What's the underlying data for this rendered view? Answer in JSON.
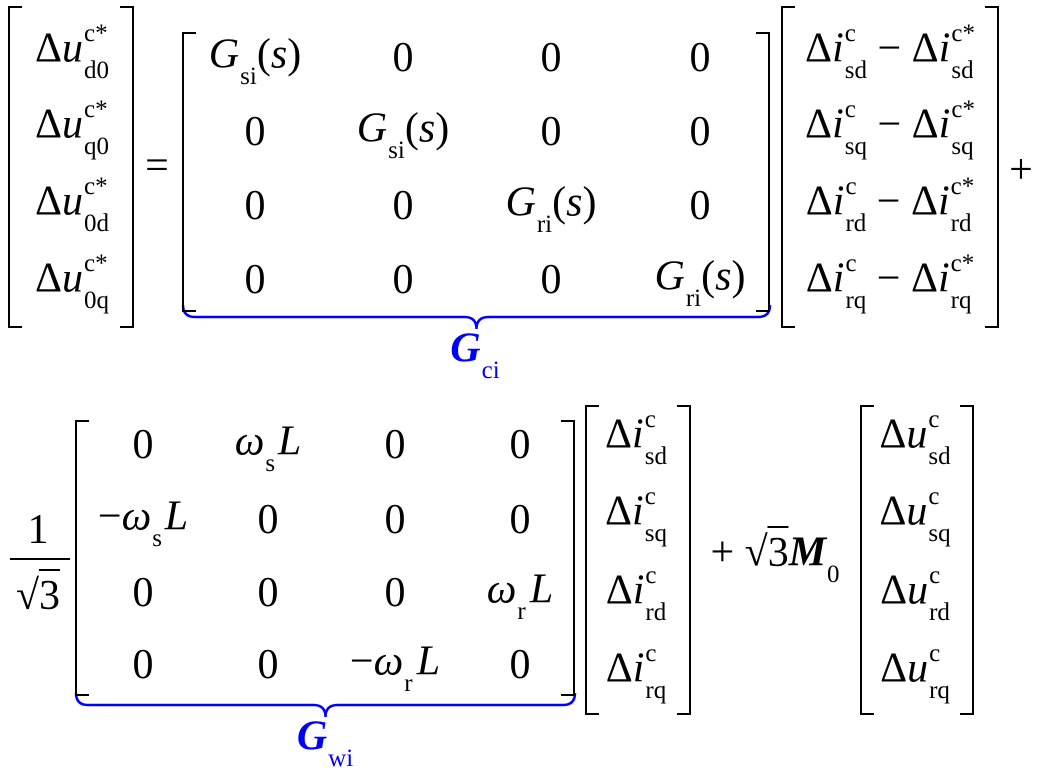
{
  "brace_color": "#0000FF",
  "top": {
    "lhs": [
      [
        {
          "t": "Δ"
        },
        {
          "t": "u",
          "it": 1
        },
        {
          "sup": "c*",
          "sub": "d0"
        }
      ],
      [
        {
          "t": "Δ"
        },
        {
          "t": "u",
          "it": 1
        },
        {
          "sup": "c*",
          "sub": "q0"
        }
      ],
      [
        {
          "t": "Δ"
        },
        {
          "t": "u",
          "it": 1
        },
        {
          "sup": "c*",
          "sub": "0d"
        }
      ],
      [
        {
          "t": "Δ"
        },
        {
          "t": "u",
          "it": 1
        },
        {
          "sup": "c*",
          "sub": "0q"
        }
      ]
    ],
    "equals": [
      {
        "t": "="
      }
    ],
    "matrix": [
      [
        [
          {
            "t": "G",
            "it": 1
          },
          {
            "sub": "si"
          },
          {
            "t": "("
          },
          {
            "t": "s",
            "it": 1
          },
          {
            "t": ")"
          }
        ],
        [
          {
            "t": "0"
          }
        ],
        [
          {
            "t": "0"
          }
        ],
        [
          {
            "t": "0"
          }
        ]
      ],
      [
        [
          {
            "t": "0"
          }
        ],
        [
          {
            "t": "G",
            "it": 1
          },
          {
            "sub": "si"
          },
          {
            "t": "("
          },
          {
            "t": "s",
            "it": 1
          },
          {
            "t": ")"
          }
        ],
        [
          {
            "t": "0"
          }
        ],
        [
          {
            "t": "0"
          }
        ]
      ],
      [
        [
          {
            "t": "0"
          }
        ],
        [
          {
            "t": "0"
          }
        ],
        [
          {
            "t": "G",
            "it": 1
          },
          {
            "sub": "ri"
          },
          {
            "t": "("
          },
          {
            "t": "s",
            "it": 1
          },
          {
            "t": ")"
          }
        ],
        [
          {
            "t": "0"
          }
        ]
      ],
      [
        [
          {
            "t": "0"
          }
        ],
        [
          {
            "t": "0"
          }
        ],
        [
          {
            "t": "0"
          }
        ],
        [
          {
            "t": "G",
            "it": 1
          },
          {
            "sub": "ri"
          },
          {
            "t": "("
          },
          {
            "t": "s",
            "it": 1
          },
          {
            "t": ")"
          }
        ]
      ]
    ],
    "brace_label": [
      {
        "t": "G",
        "bi": 1
      },
      {
        "sub": "ci"
      }
    ],
    "rhs": [
      [
        {
          "t": "Δ"
        },
        {
          "t": "i",
          "it": 1
        },
        {
          "sup": "c",
          "sub": "sd"
        },
        {
          "t": " − Δ"
        },
        {
          "t": "i",
          "it": 1
        },
        {
          "sup": "c*",
          "sub": "sd"
        }
      ],
      [
        {
          "t": "Δ"
        },
        {
          "t": "i",
          "it": 1
        },
        {
          "sup": "c",
          "sub": "sq"
        },
        {
          "t": " − Δ"
        },
        {
          "t": "i",
          "it": 1
        },
        {
          "sup": "c*",
          "sub": "sq"
        }
      ],
      [
        {
          "t": "Δ"
        },
        {
          "t": "i",
          "it": 1
        },
        {
          "sup": "c",
          "sub": "rd"
        },
        {
          "t": " − Δ"
        },
        {
          "t": "i",
          "it": 1
        },
        {
          "sup": "c*",
          "sub": "rd"
        }
      ],
      [
        {
          "t": "Δ"
        },
        {
          "t": "i",
          "it": 1
        },
        {
          "sup": "c",
          "sub": "rq"
        },
        {
          "t": " − Δ"
        },
        {
          "t": "i",
          "it": 1
        },
        {
          "sup": "c*",
          "sub": "rq"
        }
      ]
    ],
    "plus": [
      {
        "t": "+"
      }
    ]
  },
  "bottom": {
    "numerator": [
      {
        "t": "1"
      }
    ],
    "denominator": [
      {
        "t": "√"
      },
      {
        "t": "3",
        "ol": 1
      }
    ],
    "matrix": [
      [
        [
          {
            "t": "0"
          }
        ],
        [
          {
            "t": "ω",
            "it": 1
          },
          {
            "sub": "s"
          },
          {
            "t": "L",
            "it": 1
          }
        ],
        [
          {
            "t": "0"
          }
        ],
        [
          {
            "t": "0"
          }
        ]
      ],
      [
        [
          {
            "t": "−"
          },
          {
            "t": "ω",
            "it": 1
          },
          {
            "sub": "s"
          },
          {
            "t": "L",
            "it": 1
          }
        ],
        [
          {
            "t": "0"
          }
        ],
        [
          {
            "t": "0"
          }
        ],
        [
          {
            "t": "0"
          }
        ]
      ],
      [
        [
          {
            "t": "0"
          }
        ],
        [
          {
            "t": "0"
          }
        ],
        [
          {
            "t": "0"
          }
        ],
        [
          {
            "t": "ω",
            "it": 1
          },
          {
            "sub": "r"
          },
          {
            "t": "L",
            "it": 1
          }
        ]
      ],
      [
        [
          {
            "t": "0"
          }
        ],
        [
          {
            "t": "0"
          }
        ],
        [
          {
            "t": "−"
          },
          {
            "t": "ω",
            "it": 1
          },
          {
            "sub": "r"
          },
          {
            "t": "L",
            "it": 1
          }
        ],
        [
          {
            "t": "0"
          }
        ]
      ]
    ],
    "brace_label": [
      {
        "t": "G",
        "bi": 1
      },
      {
        "sub": "wi"
      }
    ],
    "ivec": [
      [
        {
          "t": "Δ"
        },
        {
          "t": "i",
          "it": 1
        },
        {
          "sup": "c",
          "sub": "sd"
        }
      ],
      [
        {
          "t": "Δ"
        },
        {
          "t": "i",
          "it": 1
        },
        {
          "sup": "c",
          "sub": "sq"
        }
      ],
      [
        {
          "t": "Δ"
        },
        {
          "t": "i",
          "it": 1
        },
        {
          "sup": "c",
          "sub": "rd"
        }
      ],
      [
        {
          "t": "Δ"
        },
        {
          "t": "i",
          "it": 1
        },
        {
          "sup": "c",
          "sub": "rq"
        }
      ]
    ],
    "term": [
      {
        "t": "+ "
      },
      {
        "t": "√"
      },
      {
        "t": "3",
        "ol": 1
      },
      {
        "t": "M",
        "bi": 1
      },
      {
        "sub": "0"
      }
    ],
    "uvec": [
      [
        {
          "t": "Δ"
        },
        {
          "t": "u",
          "it": 1
        },
        {
          "sup": "c",
          "sub": "sd"
        }
      ],
      [
        {
          "t": "Δ"
        },
        {
          "t": "u",
          "it": 1
        },
        {
          "sup": "c",
          "sub": "sq"
        }
      ],
      [
        {
          "t": "Δ"
        },
        {
          "t": "u",
          "it": 1
        },
        {
          "sup": "c",
          "sub": "rd"
        }
      ],
      [
        {
          "t": "Δ"
        },
        {
          "t": "u",
          "it": 1
        },
        {
          "sup": "c",
          "sub": "rq"
        }
      ]
    ]
  }
}
